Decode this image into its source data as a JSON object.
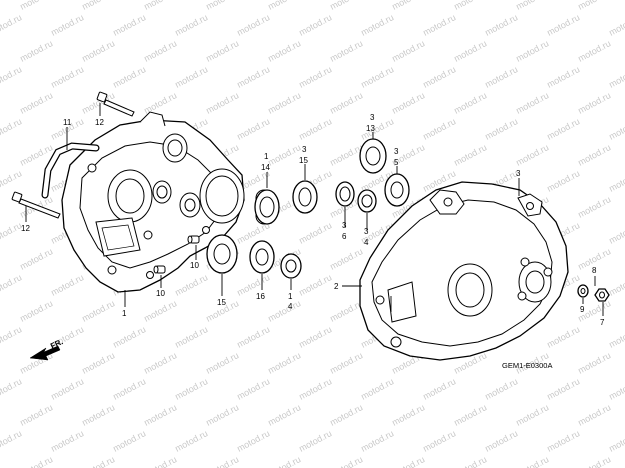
{
  "watermark": "motod.ru",
  "diagram_code": "GEM1-E0300A",
  "front_arrow_text": "FR.",
  "callouts": [
    {
      "id": "c1",
      "text": "11"
    },
    {
      "id": "c2",
      "text": "12"
    },
    {
      "id": "c3",
      "text": "12"
    },
    {
      "id": "c4",
      "text": "1"
    },
    {
      "id": "c5",
      "text": "10"
    },
    {
      "id": "c6",
      "text": "10"
    },
    {
      "id": "c7",
      "text": "1"
    },
    {
      "id": "c8",
      "text": "14"
    },
    {
      "id": "c9",
      "text": "15"
    },
    {
      "id": "c10",
      "text": "3"
    },
    {
      "id": "c11",
      "text": "15"
    },
    {
      "id": "c12",
      "text": "16"
    },
    {
      "id": "c13",
      "text": "1"
    },
    {
      "id": "c14",
      "text": "4"
    },
    {
      "id": "c15",
      "text": "3"
    },
    {
      "id": "c16",
      "text": "13"
    },
    {
      "id": "c17",
      "text": "3"
    },
    {
      "id": "c18",
      "text": "5"
    },
    {
      "id": "c19",
      "text": "3"
    },
    {
      "id": "c20",
      "text": "6"
    },
    {
      "id": "c21",
      "text": "3"
    },
    {
      "id": "c22",
      "text": "4"
    },
    {
      "id": "c23",
      "text": "3"
    },
    {
      "id": "c24",
      "text": "2"
    },
    {
      "id": "c25",
      "text": "8"
    },
    {
      "id": "c26",
      "text": "9"
    },
    {
      "id": "c27",
      "text": "7"
    }
  ]
}
